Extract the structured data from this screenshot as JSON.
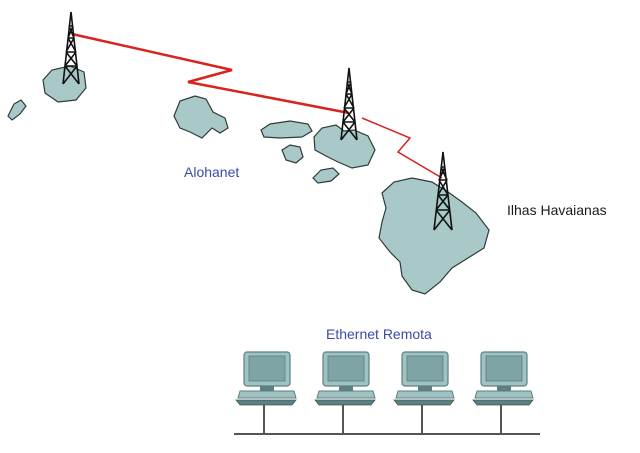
{
  "labels": {
    "alohanet": "Alohanet",
    "islands": "Ilhas Havaianas",
    "ethernet": "Ethernet Remota"
  },
  "colors": {
    "island_fill": "#a9c9c9",
    "island_stroke": "#2e3a3a",
    "radio_link": "#d8231f",
    "label_blue": "#3b4aa8",
    "label_black": "#1a1a1a",
    "tower": "#111111",
    "computer_body": "#9fc2c2",
    "computer_dark": "#5d7f80",
    "computer_screen": "#7ea4a6"
  },
  "icons": {
    "tower": "radio-tower-icon",
    "computer": "desktop-computer-icon"
  },
  "computer_count": 4
}
